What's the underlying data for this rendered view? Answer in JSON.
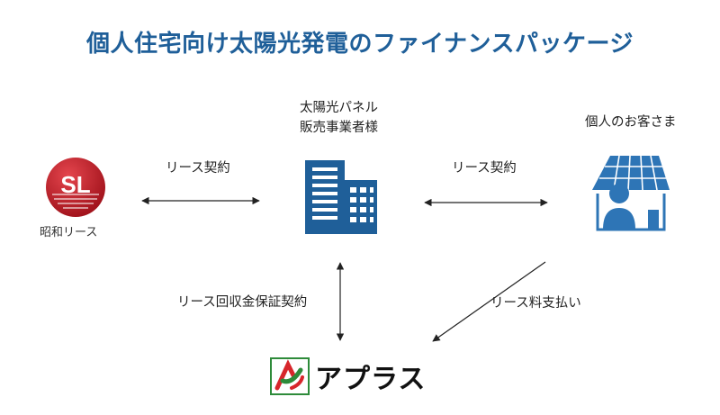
{
  "title": "個人住宅向け太陽光発電のファイナンスパッケージ",
  "nodes": {
    "solar_vendor_line1": "太陽光パネル",
    "solar_vendor_line2": "販売事業者様",
    "customer": "個人のお客さま",
    "showa_logo_text": "SL",
    "showa_name": "昭和リース",
    "aplus_name": "アプラス"
  },
  "edges": {
    "showa_vendor": "リース契約",
    "vendor_customer": "リース契約",
    "vendor_aplus": "リース回収金保証契約",
    "customer_aplus": "リース料支払い"
  },
  "colors": {
    "title": "#1f5f99",
    "building": "#1f5f99",
    "house": "#2e75b6",
    "showa_red": "#c8202a",
    "aplus_red": "#d7262b",
    "aplus_green": "#2e8b3a"
  }
}
